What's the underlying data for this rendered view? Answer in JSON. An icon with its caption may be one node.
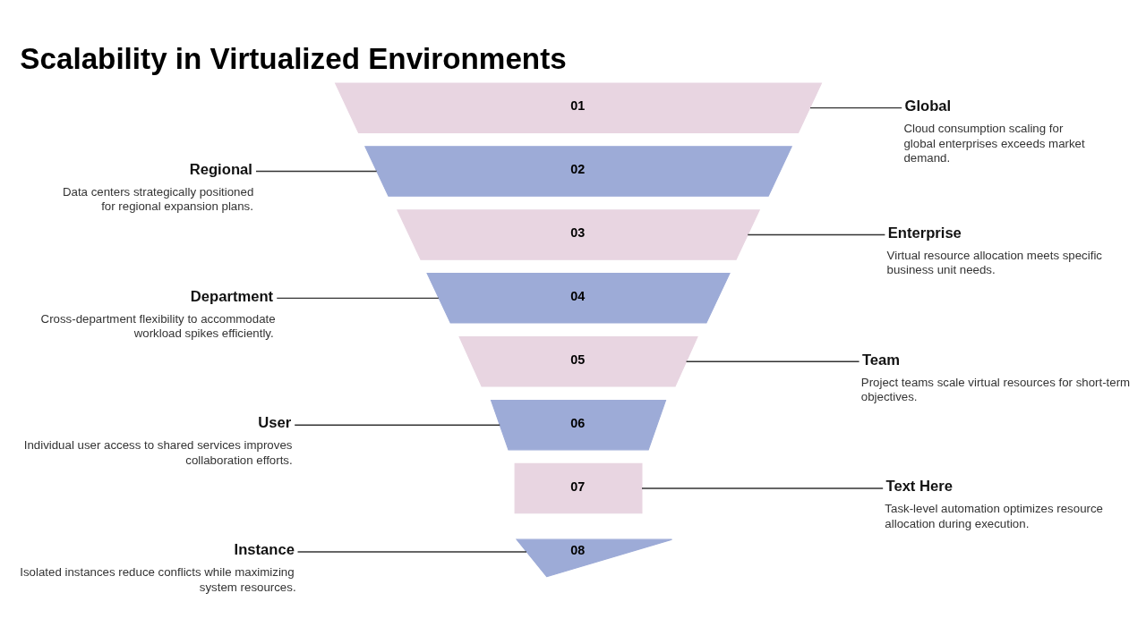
{
  "diagram": {
    "title": "Scalability in Virtualized Environments",
    "nodes": [
      {
        "text": [
          "01"
        ]
      },
      {
        "text": [
          "Global",
          "Cloud consumption scaling for global enterprises exceeds market demand."
        ]
      },
      {
        "text": [
          "02"
        ]
      },
      {
        "text": [
          "Regional",
          "Data centers strategically positioned for regional expansion plans."
        ]
      },
      {
        "text": [
          "03"
        ]
      },
      {
        "text": [
          "Enterprise",
          "Virtual resource allocation meets specific business unit needs."
        ]
      },
      {
        "text": [
          "04"
        ]
      },
      {
        "text": [
          "Department",
          "Cross-department flexibility to accommodate workload spikes efficiently."
        ]
      },
      {
        "text": [
          "05"
        ]
      },
      {
        "text": [
          "Team",
          "Project teams scale virtual resources for short-term objectives."
        ]
      },
      {
        "text": [
          "06"
        ]
      },
      {
        "text": [
          "User",
          "Individual user access to shared services improves collaboration efforts."
        ]
      },
      {
        "text": [
          "07"
        ]
      },
      {
        "text": [
          "Text Here",
          "Task-level automation optimizes resource allocation during execution."
        ]
      },
      {
        "text": [
          "08"
        ]
      },
      {
        "text": [
          "Instance",
          "Isolated instances reduce conflicts while maximizing system resources."
        ]
      }
    ],
    "edges": [
      {
        "from": 0,
        "to": 1,
        "arrow": "none"
      },
      {
        "from": 3,
        "to": 2,
        "arrow": "none"
      },
      {
        "from": 4,
        "to": 5,
        "arrow": "none"
      },
      {
        "from": 7,
        "to": 6,
        "arrow": "none"
      },
      {
        "from": 8,
        "to": 9,
        "arrow": "none"
      },
      {
        "from": 11,
        "to": 10,
        "arrow": "none"
      },
      {
        "from": 12,
        "to": 13,
        "arrow": "none"
      },
      {
        "from": 15,
        "to": 14,
        "arrow": "none"
      }
    ]
  }
}
